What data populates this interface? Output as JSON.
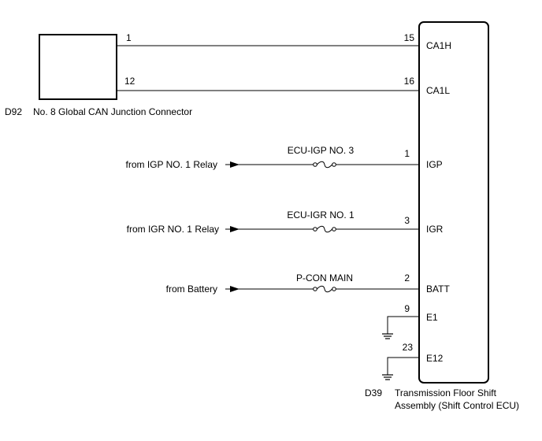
{
  "connector_d92": {
    "code": "D92",
    "name": "No. 8 Global CAN Junction Connector",
    "pins": [
      "1",
      "12"
    ]
  },
  "ecu": {
    "code": "D39",
    "name_line1": "Transmission Floor Shift",
    "name_line2": "Assembly (Shift Control ECU)"
  },
  "ecu_pins": [
    {
      "pin": "15",
      "label": "CA1H"
    },
    {
      "pin": "16",
      "label": "CA1L"
    },
    {
      "pin": "1",
      "label": "IGP"
    },
    {
      "pin": "3",
      "label": "IGR"
    },
    {
      "pin": "2",
      "label": "BATT"
    },
    {
      "pin": "9",
      "label": "E1"
    },
    {
      "pin": "23",
      "label": "E12"
    }
  ],
  "power_inputs": [
    {
      "source": "from IGP NO. 1 Relay",
      "fuse": "ECU-IGP NO. 3"
    },
    {
      "source": "from IGR NO. 1 Relay",
      "fuse": "ECU-IGR NO. 1"
    },
    {
      "source": "from Battery",
      "fuse": "P-CON MAIN"
    }
  ]
}
